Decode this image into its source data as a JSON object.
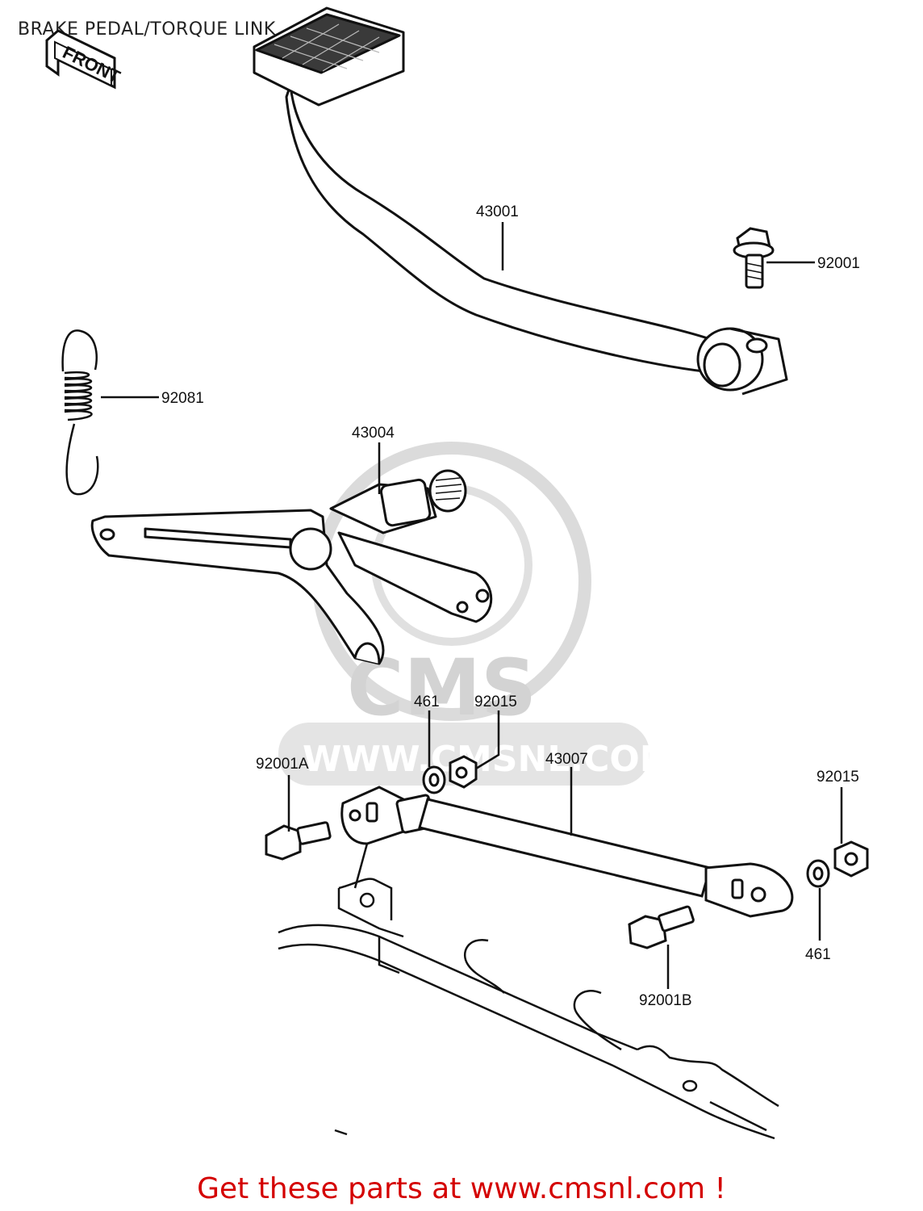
{
  "diagram_title": "BRAKE PEDAL/TORQUE LINK",
  "front_marker": "FRONT",
  "watermark": {
    "logo_text": "CMS",
    "site_text": "WWW.CMSNL.COM"
  },
  "part_labels": {
    "p43001": "43001",
    "p92001": "92001",
    "p92081": "92081",
    "p43004": "43004",
    "p461_left": "461",
    "p92015_left": "92015",
    "p92001A": "92001A",
    "p43007": "43007",
    "p92015_right": "92015",
    "p461_right": "461",
    "p92001B": "92001B"
  },
  "footer_text": "Get these parts at www.cmsnl.com !",
  "colors": {
    "footer": "#d40000",
    "line": "#111111",
    "watermark": "#cfcfcf"
  }
}
